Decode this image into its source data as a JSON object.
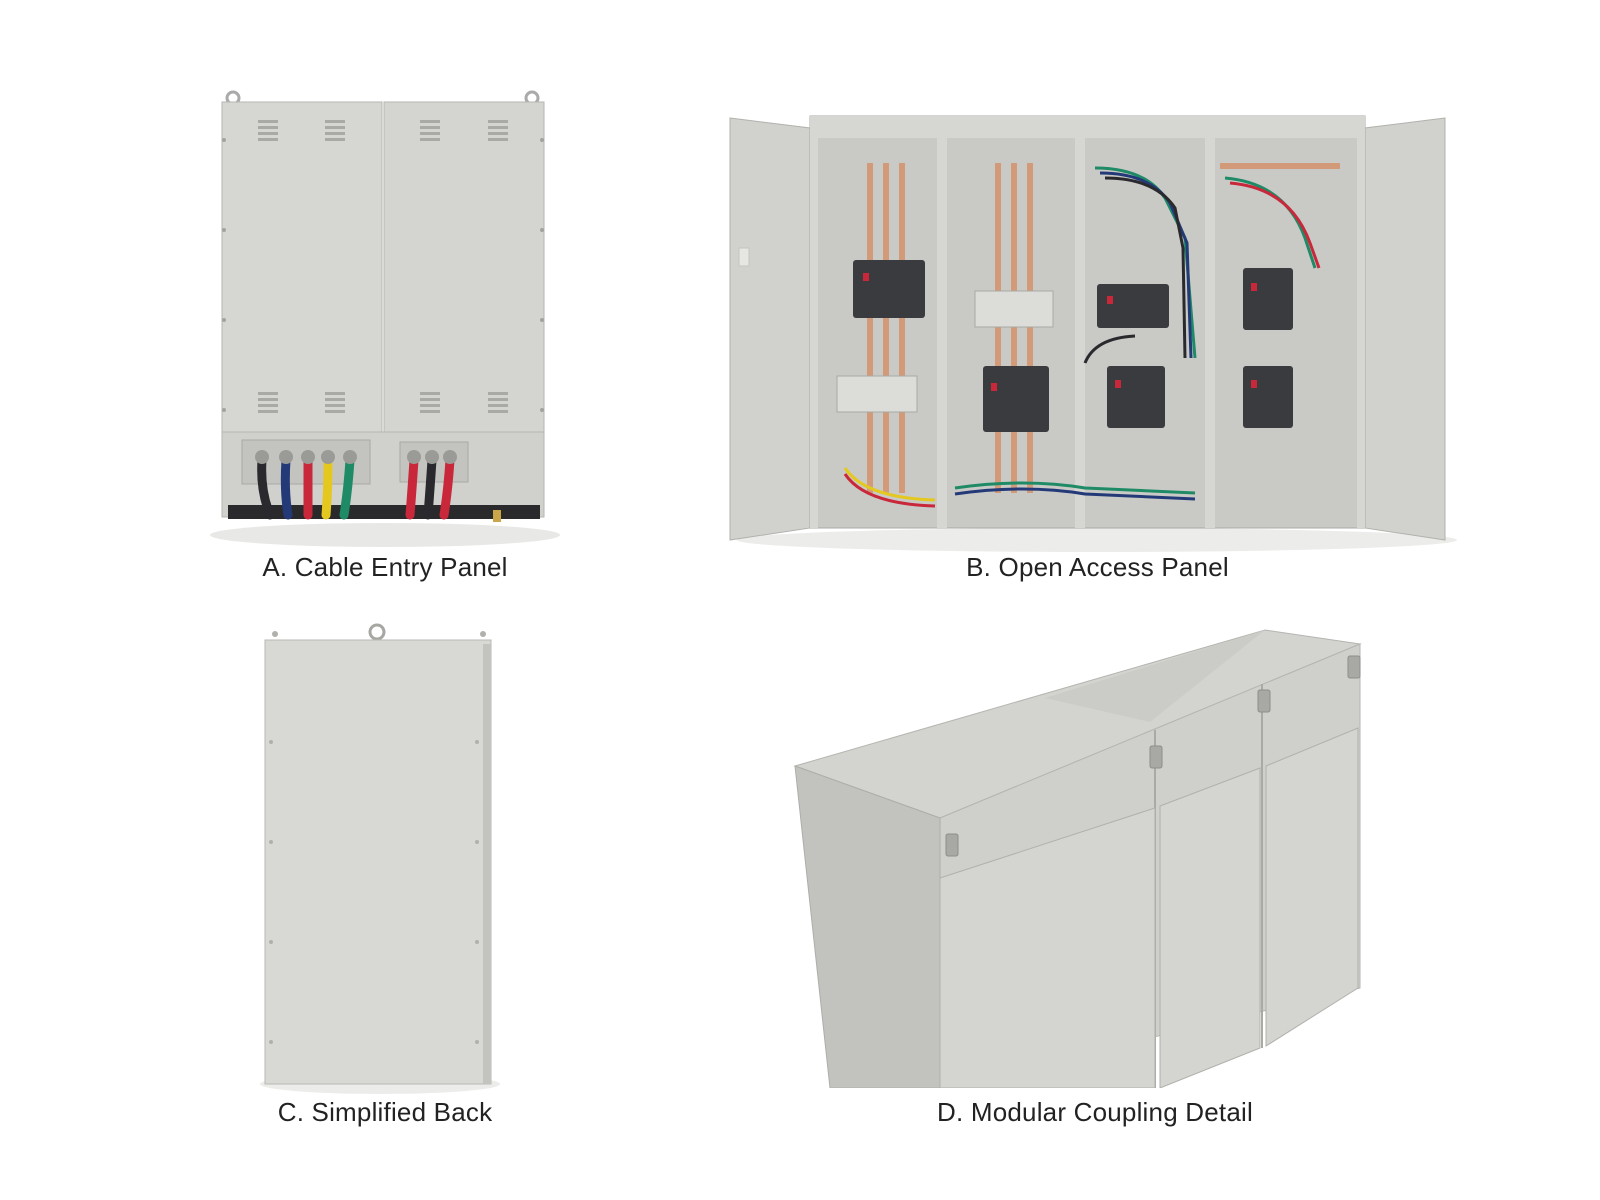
{
  "panels": [
    {
      "id": "A",
      "caption": "A. Cable Entry Panel"
    },
    {
      "id": "B",
      "caption": "B. Open Access Panel"
    },
    {
      "id": "C",
      "caption": "C. Simplified Back"
    },
    {
      "id": "D",
      "caption": "D. Modular Coupling Detail"
    }
  ],
  "colors": {
    "enclosure": "#d6d7d2",
    "enclosure_shadow": "#b9bab5",
    "interior": "#c9cac6",
    "busbar": "#d39a7a",
    "breaker": "#3a3b3e",
    "cable_black": "#2a2a2e",
    "cable_blue": "#243a78",
    "cable_red": "#c8283a",
    "cable_yellow": "#e4c81f",
    "cable_green": "#1e8a66"
  }
}
